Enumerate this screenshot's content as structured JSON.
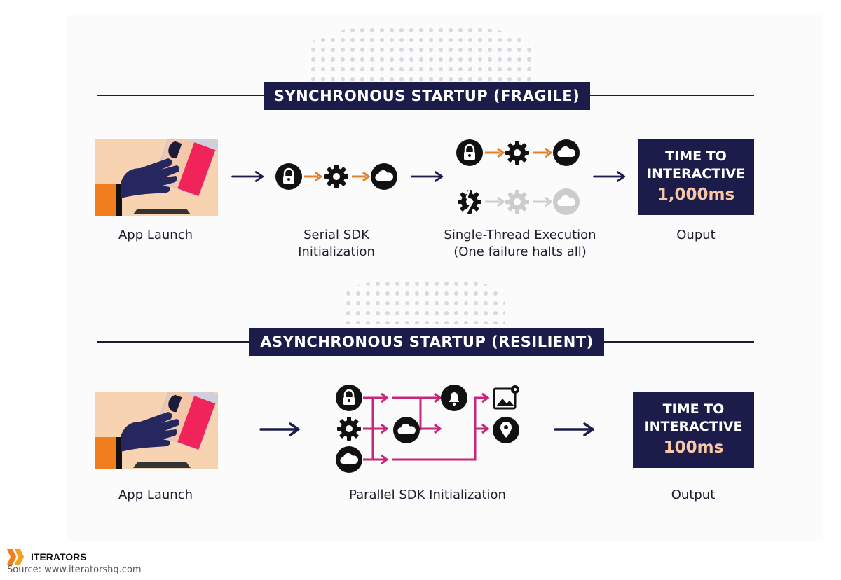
{
  "sync": {
    "title": "SYNCHRONOUS STARTUP (FRAGILE)",
    "steps": [
      "App Launch",
      "Serial SDK\nInitialization",
      "Single-Thread Execution\n(One failure halts all)",
      "Ouput"
    ],
    "tti_line1": "TIME TO",
    "tti_line2": "INTERACTIVE",
    "tti_value": "1,000ms"
  },
  "async": {
    "title": "ASYNCHRONOUS STARTUP (RESILIENT)",
    "steps": [
      "App Launch",
      "Parallel SDK Initialization",
      "Output"
    ],
    "tti_line1": "TIME TO",
    "tti_line2": "INTERACTIVE",
    "tti_value": "100ms"
  },
  "footer": {
    "brand": "ITERATORS",
    "source": "Source: www.iteratorshq.com"
  },
  "colors": {
    "navy": "#1c1c4a",
    "orange_arrow": "#e8822a",
    "magenta": "#c8267a",
    "faded": "#cccccc",
    "value_text": "#f8c7a8"
  },
  "icons": [
    "lock-icon",
    "gear-icon",
    "cloud-icon",
    "broken-gear-icon",
    "bell-icon",
    "image-icon",
    "location-pin-icon",
    "hand-tapping-phone-illustration",
    "arrow-right-icon"
  ]
}
